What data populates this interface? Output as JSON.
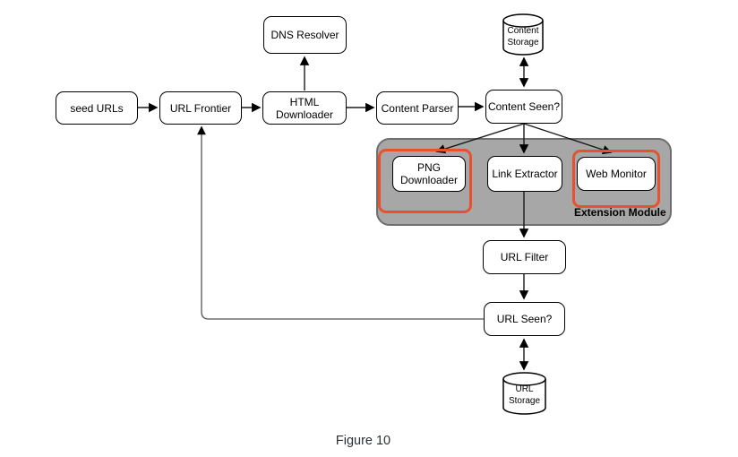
{
  "diagram": {
    "caption": "Figure 10",
    "module_label": "Extension Module",
    "nodes": {
      "seed_urls": {
        "label": "seed URLs"
      },
      "url_frontier": {
        "label": "URL Frontier"
      },
      "html_downloader": {
        "label": "HTML Downloader"
      },
      "dns_resolver": {
        "label": "DNS Resolver"
      },
      "content_parser": {
        "label": "Content Parser"
      },
      "content_seen": {
        "label": "Content Seen?"
      },
      "content_storage": {
        "line1": "Content",
        "line2": "Storage"
      },
      "png_downloader": {
        "line1": "PNG",
        "line2": "Downloader"
      },
      "link_extractor": {
        "label": "Link Extractor"
      },
      "web_monitor": {
        "label": "Web Monitor"
      },
      "url_filter": {
        "label": "URL Filter"
      },
      "url_seen": {
        "label": "URL Seen?"
      },
      "url_storage": {
        "line1": "URL",
        "line2": "Storage"
      }
    },
    "colors": {
      "highlight_red": "#e8512f",
      "module_fill": "#a7a7a7",
      "module_stroke": "#6e6e6e",
      "connector": "#000000",
      "node_fill": "#ffffff",
      "node_stroke": "#000000"
    },
    "edges": [
      {
        "from": "seed URLs",
        "to": "URL Frontier",
        "type": "arrow"
      },
      {
        "from": "URL Frontier",
        "to": "HTML Downloader",
        "type": "arrow"
      },
      {
        "from": "HTML Downloader",
        "to": "DNS Resolver",
        "type": "arrow"
      },
      {
        "from": "HTML Downloader",
        "to": "Content Parser",
        "type": "arrow"
      },
      {
        "from": "Content Parser",
        "to": "Content Seen?",
        "type": "arrow"
      },
      {
        "from": "Content Seen?",
        "to": "Content Storage",
        "type": "bidirectional"
      },
      {
        "from": "Content Seen?",
        "to": "PNG Downloader",
        "type": "arrow"
      },
      {
        "from": "Content Seen?",
        "to": "Link Extractor",
        "type": "arrow"
      },
      {
        "from": "Content Seen?",
        "to": "Web Monitor",
        "type": "arrow"
      },
      {
        "from": "Link Extractor",
        "to": "URL Filter",
        "type": "arrow"
      },
      {
        "from": "URL Filter",
        "to": "URL Seen?",
        "type": "arrow"
      },
      {
        "from": "URL Seen?",
        "to": "URL Storage",
        "type": "bidirectional"
      },
      {
        "from": "URL Seen?",
        "to": "URL Frontier",
        "type": "arrow"
      }
    ]
  }
}
